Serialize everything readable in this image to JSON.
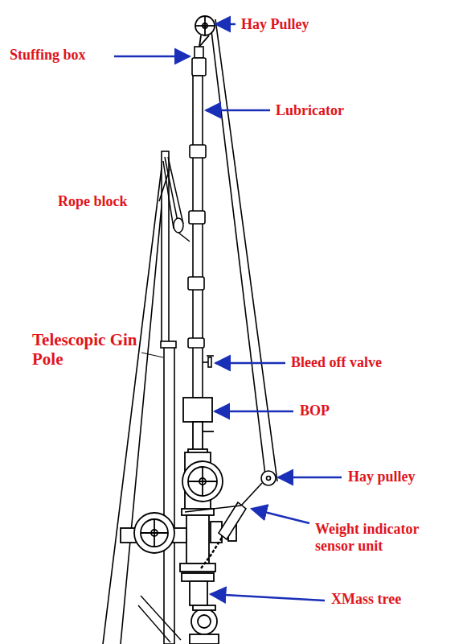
{
  "diagram": {
    "labels": [
      "Hay Pulley",
      "Stuffing box",
      "Lubricator",
      "Rope block",
      "Telescopic Gin Pole",
      "Bleed off valve",
      "BOP",
      "Hay pulley",
      "Weight indicator sensor unit",
      "XMass tree"
    ]
  }
}
